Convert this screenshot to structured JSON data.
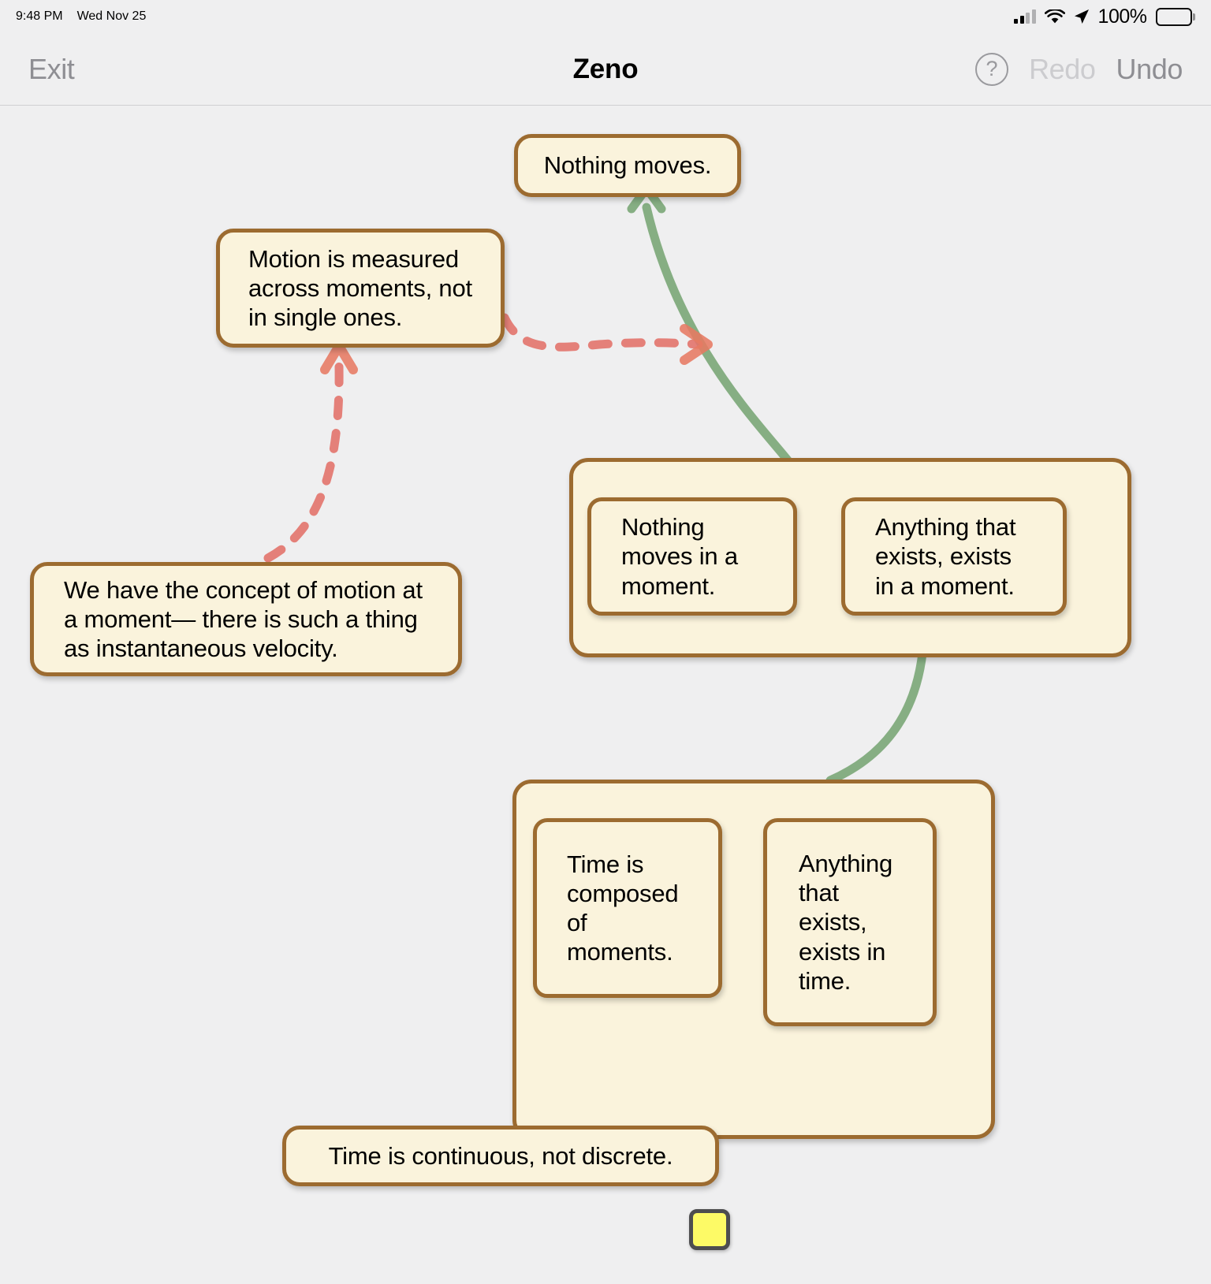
{
  "status_bar": {
    "time": "9:48 PM",
    "date": "Wed Nov 25",
    "battery_percent": "100%",
    "icons": [
      "cellular-signal-icon",
      "wifi-icon",
      "location-arrow-icon",
      "battery-icon"
    ]
  },
  "nav_bar": {
    "exit_label": "Exit",
    "title": "Zeno",
    "help_label": "?",
    "redo_label": "Redo",
    "undo_label": "Undo",
    "redo_disabled": true
  },
  "colors": {
    "canvas_bg": "#efeff0",
    "node_fill": "#faf3dc",
    "node_border": "#9c6b30",
    "support_arrow": "#6fa06a",
    "objection_arrow": "#e2736b",
    "handle_fill": "#fdfa66",
    "handle_border": "#4d4d4f",
    "disabled_text": "#cccccf",
    "active_text": "#8e8e93"
  },
  "argument_map": {
    "nodes": [
      {
        "id": "nothing-moves",
        "text": "Nothing moves."
      },
      {
        "id": "motion-measured",
        "text": "Motion is measured across moments, not in single ones."
      },
      {
        "id": "concept-motion",
        "text": "We have the concept of motion at a moment— there is such a thing as instantaneous velocity."
      },
      {
        "id": "time-continuous",
        "text": "Time is continuous, not discrete."
      }
    ],
    "groups": [
      {
        "id": "group-moments",
        "children": [
          {
            "id": "nothing-moves-moment",
            "text": "Nothing moves in a moment."
          },
          {
            "id": "exists-moment",
            "text": "Anything that exists, exists in a moment."
          }
        ]
      },
      {
        "id": "group-time",
        "children": [
          {
            "id": "time-composed",
            "text": "Time is composed of moments."
          },
          {
            "id": "exists-time",
            "text": "Anything that exists, exists in time."
          }
        ]
      }
    ],
    "edges": [
      {
        "from": "group-moments",
        "to": "nothing-moves",
        "type": "support",
        "style": "solid-green"
      },
      {
        "from": "group-time",
        "to": "exists-moment",
        "type": "support",
        "style": "solid-green"
      },
      {
        "from": "concept-motion",
        "to": "motion-measured",
        "type": "objection",
        "style": "dashed-red"
      },
      {
        "from": "motion-measured",
        "to": "support-edge-nothing-moves",
        "type": "objection",
        "style": "dashed-red"
      },
      {
        "from": "time-continuous",
        "to": "time-composed",
        "type": "objection",
        "style": "dashed-red"
      }
    ]
  },
  "selection": {
    "handle_name": "resize-handle"
  }
}
